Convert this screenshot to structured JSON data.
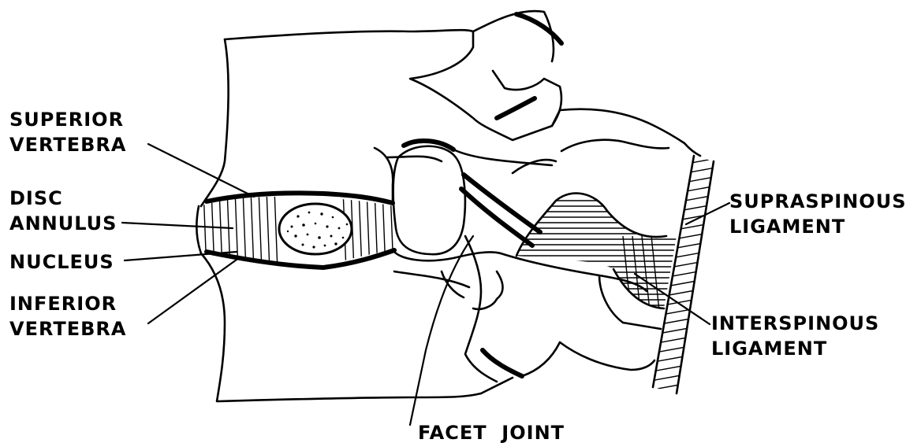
{
  "diagram": {
    "labels": {
      "superior_vertebra": [
        "SUPERIOR",
        "VERTEBRA"
      ],
      "disc_annulus": [
        "DISC",
        "ANNULUS"
      ],
      "nucleus": [
        "NUCLEUS"
      ],
      "inferior_vertebra": [
        "INFERIOR",
        "VERTEBRA"
      ],
      "supraspinous_ligament": [
        "SUPRASPINOUS",
        "LIGAMENT"
      ],
      "interspinous_ligament": [
        "INTERSPINOUS",
        "LIGAMENT"
      ],
      "facet_joint": [
        "FACET  JOINT"
      ]
    },
    "colors": {
      "ink": "#000000",
      "paper": "#ffffff"
    }
  }
}
